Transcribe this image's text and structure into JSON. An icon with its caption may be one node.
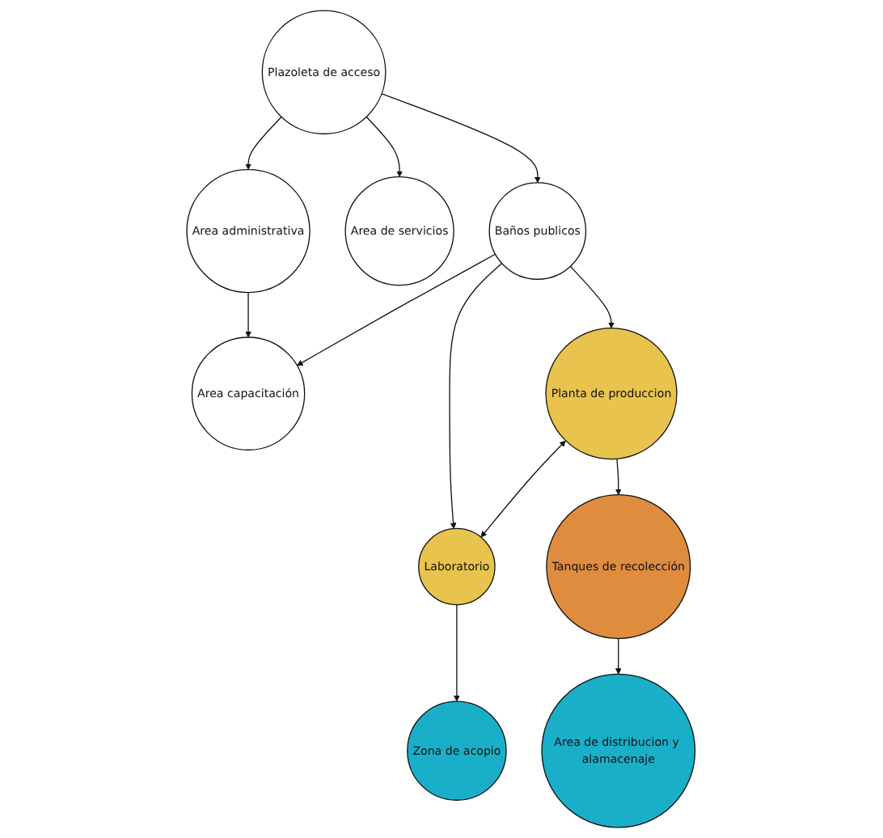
{
  "diagram": {
    "nodes": [
      {
        "text": [
          "Plazoleta de acceso"
        ]
      },
      {
        "text": [
          "Area administrativa"
        ]
      },
      {
        "text": [
          "Area de servicios"
        ]
      },
      {
        "text": [
          "Baños publicos"
        ]
      },
      {
        "text": [
          "Area capacitación"
        ]
      },
      {
        "text": [
          "Planta de produccion"
        ]
      },
      {
        "text": [
          "Laboratorio"
        ]
      },
      {
        "text": [
          "Zona de acopio"
        ]
      },
      {
        "text": [
          "Tanques de recolección"
        ]
      },
      {
        "text": [
          "Area de distribucion y alamacenaje"
        ]
      }
    ],
    "edges": [
      {
        "from": 0,
        "to": 1,
        "arrow": "to"
      },
      {
        "from": 0,
        "to": 2,
        "arrow": "to"
      },
      {
        "from": 0,
        "to": 3,
        "arrow": "to"
      },
      {
        "from": 1,
        "to": 4,
        "arrow": "to"
      },
      {
        "from": 3,
        "to": 4,
        "arrow": "to"
      },
      {
        "from": 3,
        "to": 5,
        "arrow": "to"
      },
      {
        "from": 3,
        "to": 6,
        "arrow": "to"
      },
      {
        "from": 5,
        "to": 6,
        "arrow": "both"
      },
      {
        "from": 6,
        "to": 7,
        "arrow": "to"
      },
      {
        "from": 5,
        "to": 8,
        "arrow": "to"
      },
      {
        "from": 8,
        "to": 9,
        "arrow": "to"
      }
    ]
  }
}
